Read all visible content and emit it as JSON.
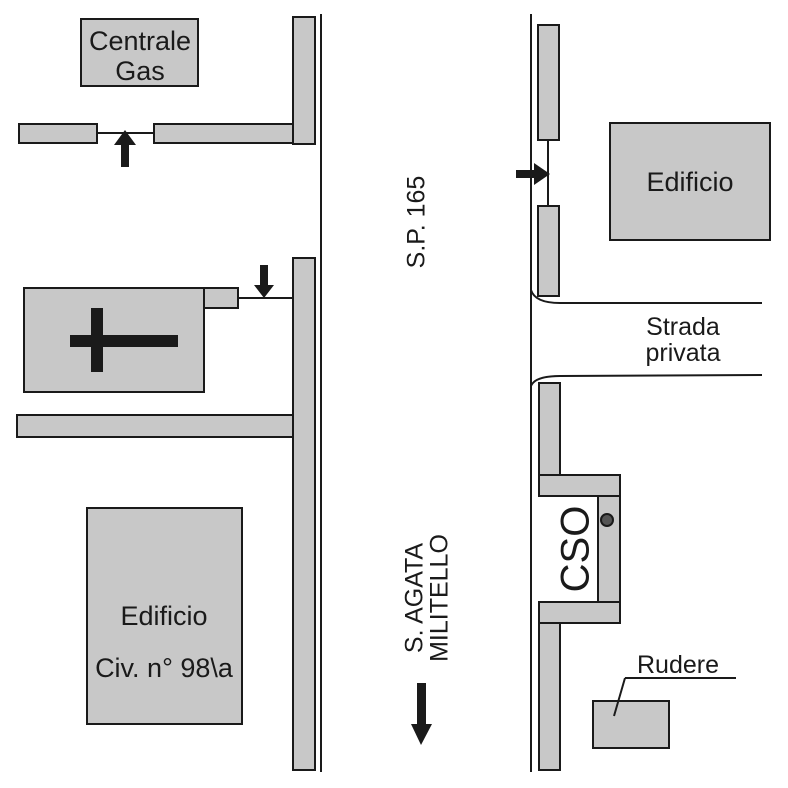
{
  "labels": {
    "gas_station_line1": "Centrale",
    "gas_station_line2": "Gas",
    "building_top_right": "Edificio",
    "road_name": "S.P. 165",
    "private_road_line1": "Strada",
    "private_road_line2": "privata",
    "building_bottom_left_line1": "Edificio",
    "building_bottom_left_line2": "Civ. n° 98\\a",
    "direction_line1": "S. AGATA",
    "direction_line2": "MILITELLO",
    "cso": "CSO",
    "ruin": "Rudere"
  },
  "colors": {
    "block_fill": "#c8c8c8",
    "outline": "#1a1a1a",
    "background": "#ffffff"
  },
  "icons": {
    "church": "cross-icon",
    "directions": "arrow-icon",
    "manhole": "manhole-icon"
  }
}
